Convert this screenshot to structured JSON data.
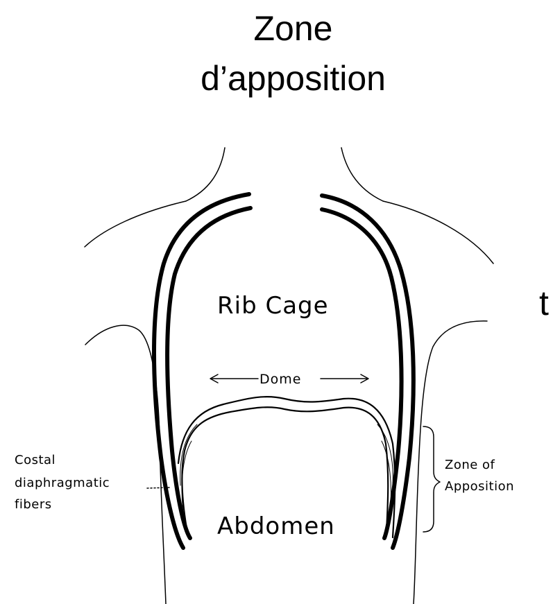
{
  "title": {
    "line1": "Zone",
    "line2": "d’apposition"
  },
  "cropped_text": "t",
  "diagram": {
    "labels": {
      "rib_cage": "Rib Cage",
      "dome": "Dome",
      "abdomen": "Abdomen",
      "costal_line1": "Costal",
      "costal_line2": "diaphragmatic",
      "costal_line3": "fibers",
      "zone_line1": "Zone of",
      "zone_line2": "Apposition"
    }
  }
}
